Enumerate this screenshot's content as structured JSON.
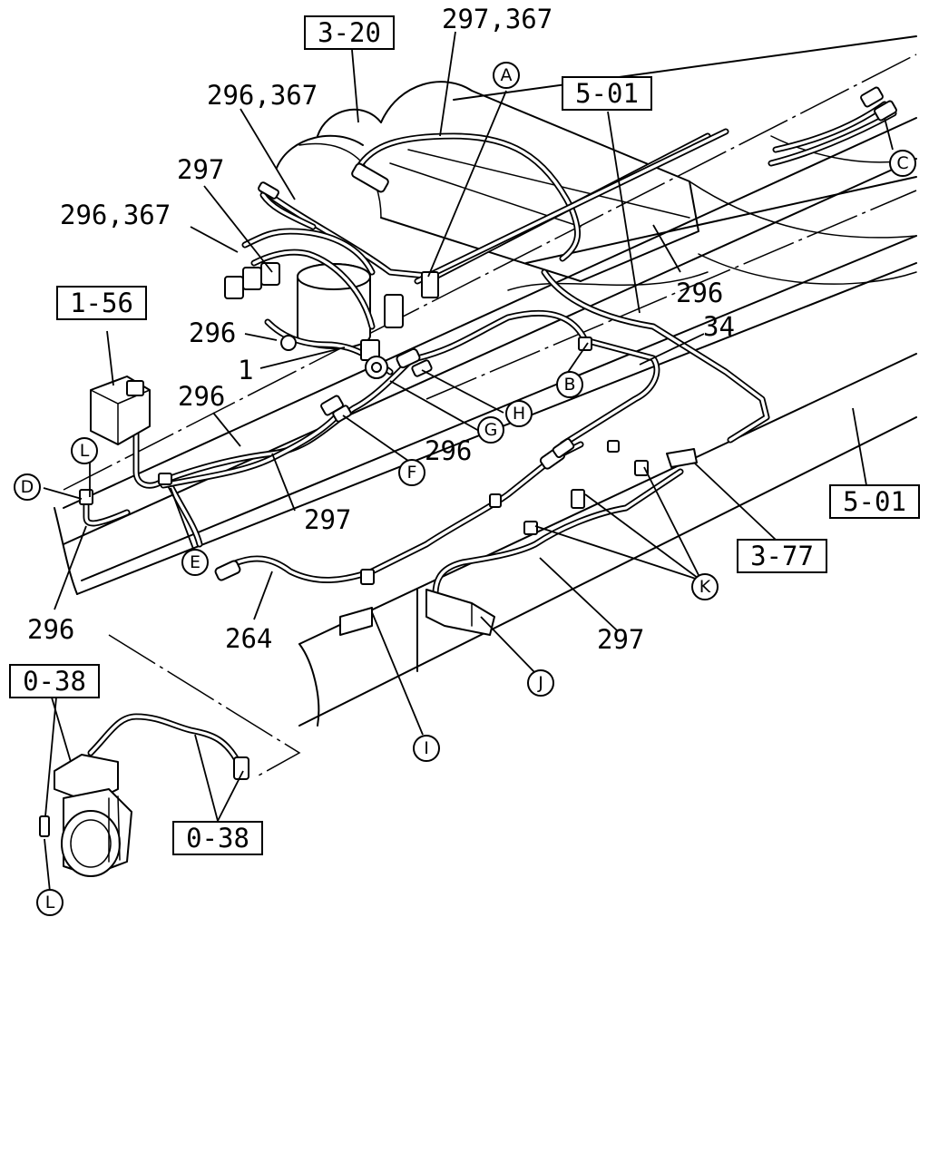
{
  "ref_boxes": {
    "b320": "3-20",
    "b501_top": "5-01",
    "b156": "1-56",
    "b501_right": "5-01",
    "b377": "3-77",
    "b038_top": "0-38",
    "b038_bottom": "0-38"
  },
  "part_labels": {
    "l297_367": "297,367",
    "l296_367_a": "296,367",
    "l297_a": "297",
    "l296_367_b": "296,367",
    "l296_a": "296",
    "l1": "1",
    "l296_b": "296",
    "l296_c": "296",
    "l34": "34",
    "l296_d": "296",
    "l297_b": "297",
    "l296_e": "296",
    "l264": "264",
    "l297_c": "297"
  },
  "circle_markers": {
    "A": "A",
    "B": "B",
    "C": "C",
    "D": "D",
    "E": "E",
    "F": "F",
    "G": "G",
    "H": "H",
    "I": "I",
    "J": "J",
    "K": "K",
    "L_top": "L",
    "L_bottom": "L"
  }
}
